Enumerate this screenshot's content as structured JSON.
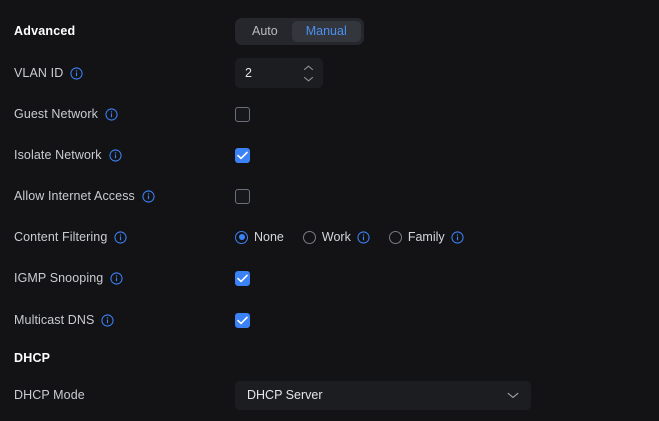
{
  "theme": {
    "background": "#131316",
    "accent": "#3b82f6",
    "accent_text": "#4a90f0",
    "label_color": "#c9ccd1",
    "field_background": "#1c1d21",
    "segment_track": "#26272c",
    "segment_active": "#34363d"
  },
  "sections": {
    "advanced": {
      "title": "Advanced"
    },
    "dhcp": {
      "title": "DHCP"
    }
  },
  "mode_toggle": {
    "options": [
      "Auto",
      "Manual"
    ],
    "selected": "Manual"
  },
  "rows": {
    "vlan_id": {
      "label": "VLAN ID",
      "info": "info-icon",
      "value": "2"
    },
    "guest_network": {
      "label": "Guest Network",
      "info": "info-icon",
      "checked": "false"
    },
    "isolate_network": {
      "label": "Isolate Network",
      "info": "info-icon",
      "checked": "true"
    },
    "allow_internet_access": {
      "label": "Allow Internet Access",
      "info": "info-icon",
      "checked": "false"
    },
    "content_filtering": {
      "label": "Content Filtering",
      "info": "info-icon",
      "options": [
        {
          "label": "None",
          "selected": "true",
          "has_info": "false"
        },
        {
          "label": "Work",
          "selected": "false",
          "has_info": "true"
        },
        {
          "label": "Family",
          "selected": "false",
          "has_info": "true"
        }
      ]
    },
    "igmp_snooping": {
      "label": "IGMP Snooping",
      "info": "info-icon",
      "checked": "true"
    },
    "multicast_dns": {
      "label": "Multicast DNS",
      "info": "info-icon",
      "checked": "true"
    },
    "dhcp_mode": {
      "label": "DHCP Mode",
      "value": "DHCP Server",
      "chevron": "chevron-down-icon"
    }
  }
}
